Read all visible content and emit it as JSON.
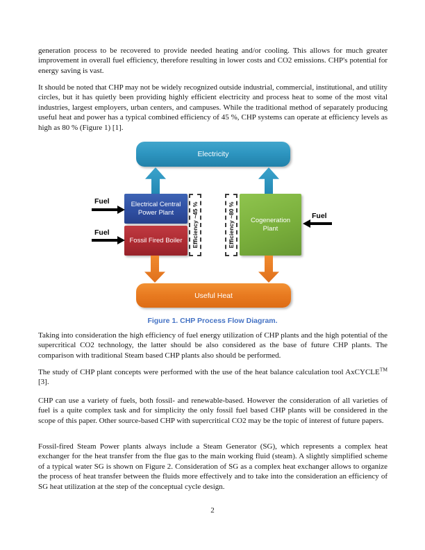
{
  "document": {
    "page_number": "2",
    "paragraphs": {
      "p1": "generation process to be recovered to provide needed heating and/or cooling. This allows for much greater improvement in overall fuel efficiency, therefore resulting in lower costs and CO2 emissions. CHP's potential for energy saving is vast.",
      "p2": "It should be noted that CHP may not be widely recognized outside industrial, commercial, institutional, and utility circles, but it has quietly been providing highly efficient electricity and process heat to some of the most vital industries, largest employers, urban centers, and campuses. While the traditional method of separately producing useful heat and power has a typical combined efficiency of 45 %, CHP systems can operate at efficiency levels as high as 80 % (Figure 1) [1].",
      "p3": "Taking into consideration the high efficiency of fuel energy utilization of CHP plants and the high potential of the supercritical CO2 technology, the latter should be also considered as the base of future CHP plants. The comparison with traditional Steam based CHP plants also should be performed.",
      "p4_pre": "The study of CHP plant concepts were performed with the use of the heat balance calculation tool AxCYCLE",
      "p4_sup": "TM",
      "p4_post": " [3].",
      "p5": "CHP can use a variety of fuels, both fossil- and renewable-based. However the consideration of all varieties of fuel is a quite complex task and for simplicity the only fossil fuel based CHP plants will be considered in the scope of this paper. Other source-based CHP with supercritical CO2 may be the topic of interest of future papers.",
      "p6": "Fossil-fired Steam Power plants always include a Steam Generator (SG), which represents a complex heat exchanger for the heat transfer from the flue gas to the main working fluid (steam). A slightly simplified scheme of a typical water SG is shown on Figure 2. Consideration of SG as a complex heat exchanger allows to organize the process of heat transfer between the fluids more effectively and to take into the consideration an efficiency of SG heat utilization at the step of the conceptual cycle design."
    }
  },
  "figure1": {
    "caption": "Figure 1. CHP Process Flow Diagram.",
    "nodes": {
      "electricity": "Electricity",
      "electrical_plant": "Electrical Central Power Plant",
      "boiler": "Fossil Fired Boiler",
      "cogeneration": "Cogeneration Plant",
      "useful_heat": "Useful Heat"
    },
    "labels": {
      "fuel": "Fuel",
      "efficiency_left": "Efficiency ~45 %",
      "efficiency_right": "Efficiency ~80 %"
    },
    "colors": {
      "electricity_box": "#2e96c1",
      "electrical_plant_box": "#2f4fa2",
      "boiler_box": "#ae2b32",
      "cogeneration_box": "#7aaf3c",
      "useful_heat_box": "#e87a20",
      "electricity_arrows": "#2d97c0",
      "heat_arrows": "#e87a20",
      "fuel_arrows": "#000000",
      "caption_text": "#4472c4"
    }
  }
}
